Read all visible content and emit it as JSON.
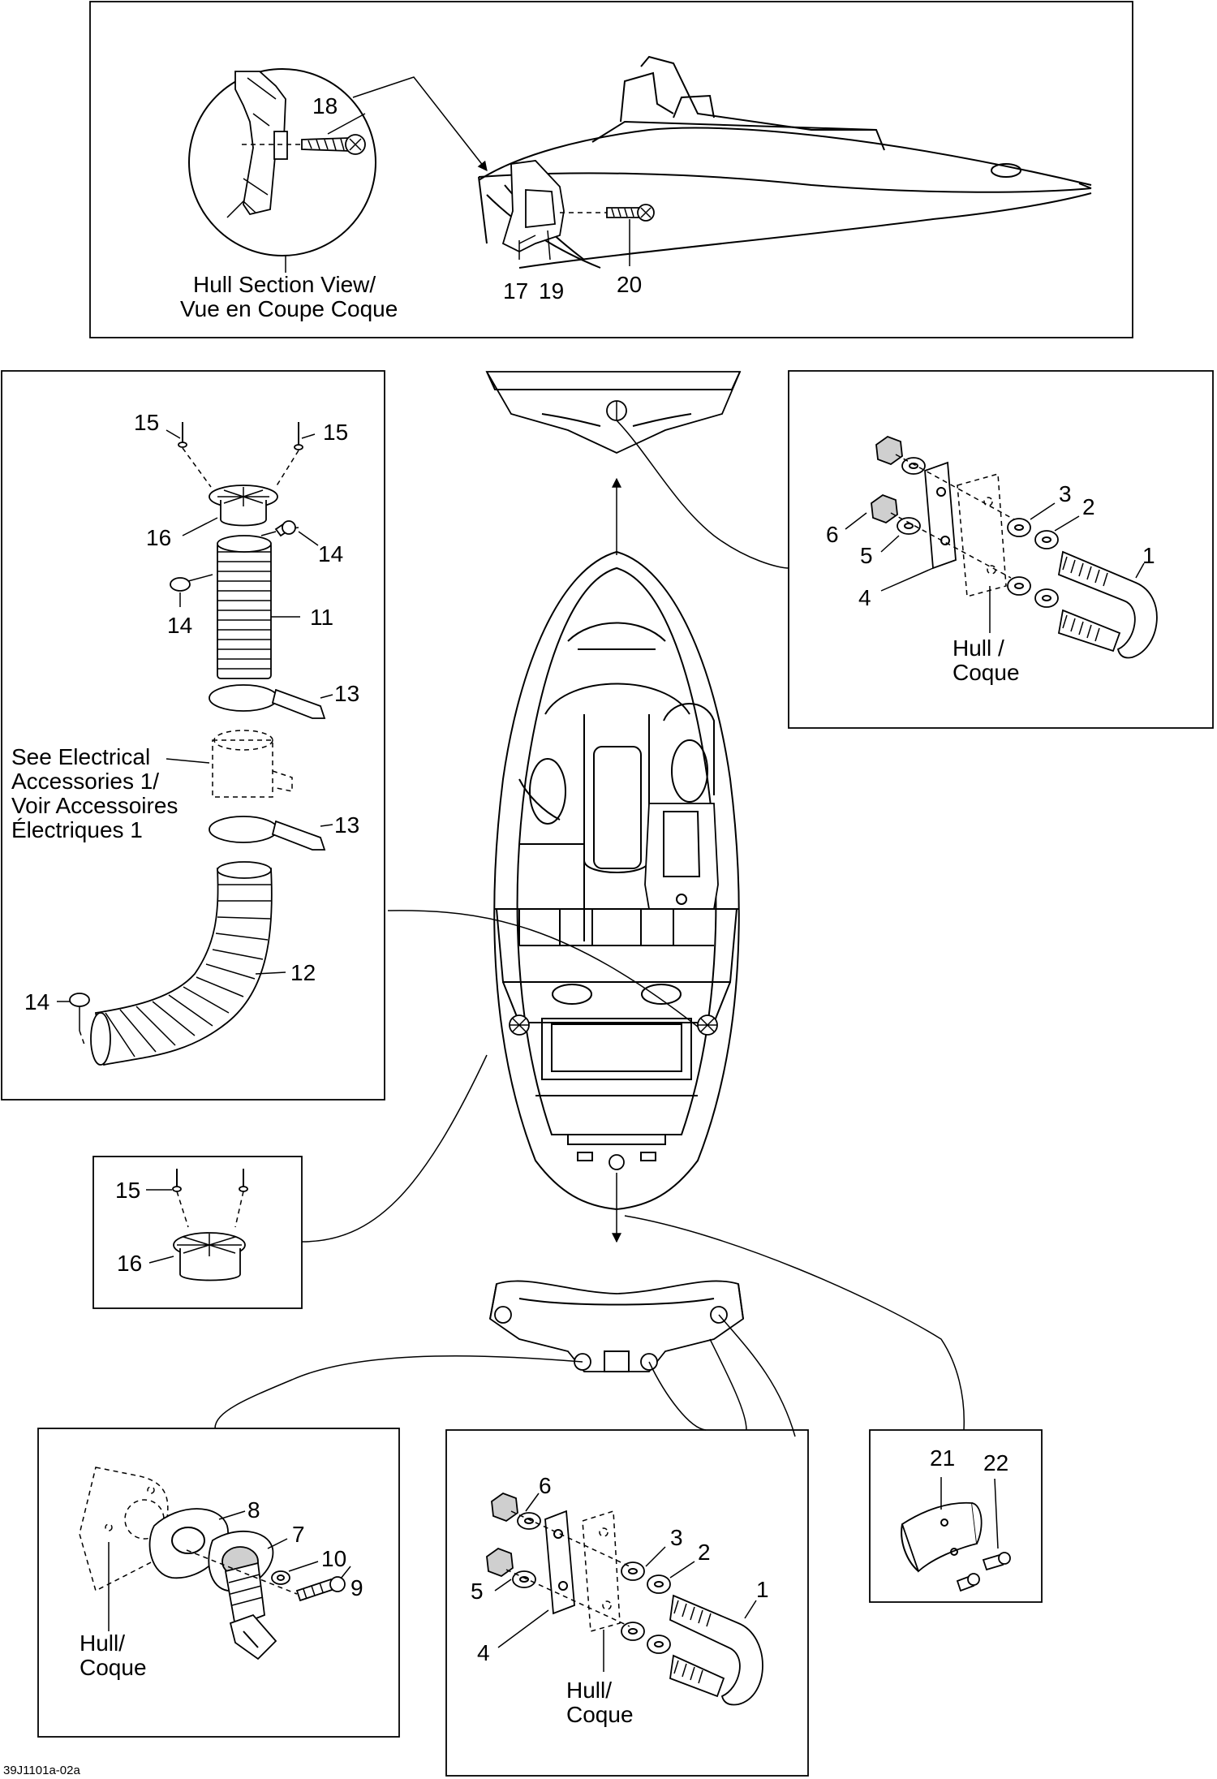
{
  "drawing_code": "39J1101a-02a",
  "captions": {
    "hull_section_view": [
      "Hull Section View/",
      "Vue en Coupe Coque"
    ],
    "hull_coque_a": [
      "Hull /",
      "Coque"
    ],
    "hull_coque_b": [
      "Hull/",
      "Coque"
    ],
    "hull_coque_c": [
      "Hull/",
      "Coque"
    ],
    "see_electrical": [
      "See Electrical",
      "Accessories 1/",
      "Voir Accessoires",
      "Électriques 1"
    ]
  },
  "callouts": {
    "top": [
      "18",
      "17",
      "19",
      "20"
    ],
    "right_bracket": [
      "3",
      "2",
      "6",
      "5",
      "1",
      "4"
    ],
    "vent_hose": [
      "15",
      "15",
      "16",
      "14",
      "14",
      "11",
      "13",
      "13",
      "12",
      "14"
    ],
    "vent_small": [
      "15",
      "16"
    ],
    "drain_plug": [
      "8",
      "7",
      "10",
      "9"
    ],
    "bottom_bracket": [
      "6",
      "3",
      "2",
      "5",
      "1",
      "4"
    ],
    "bumper": [
      "21",
      "22"
    ]
  },
  "colors": {
    "ink": "#000000",
    "paper": "#ffffff",
    "shade": "#cfcfcf"
  }
}
